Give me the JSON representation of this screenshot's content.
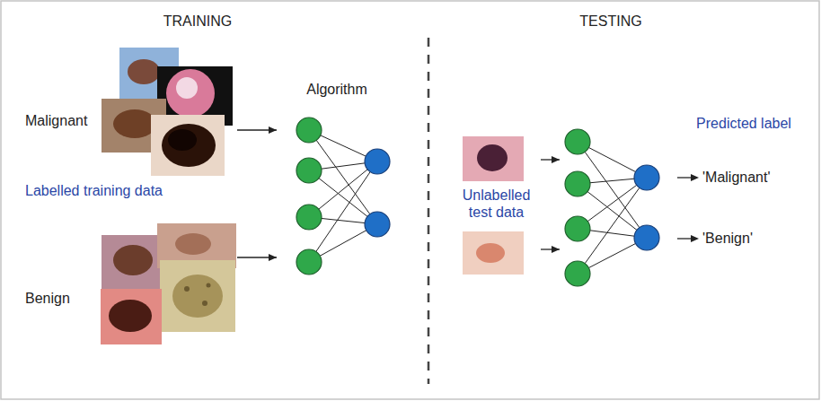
{
  "diagram": {
    "nodes": [
      {
        "text": [
          "Malignant"
        ]
      },
      {
        "text": [
          "Benign"
        ]
      },
      {
        "text": [
          "Algorithm"
        ]
      },
      {
        "text": [
          "Unlabelled test data"
        ]
      },
      {
        "text": [
          "Predicted label"
        ]
      }
    ],
    "edges": [
      {
        "from": 0,
        "to": 2,
        "arrow": "to"
      },
      {
        "from": 1,
        "to": 2,
        "arrow": "to"
      },
      {
        "from": 3,
        "to": 4,
        "arrow": "to"
      },
      {
        "from": 3,
        "to": 4,
        "arrow": "to"
      }
    ],
    "labels": [
      "TRAINING",
      "TESTING",
      "Labelled training data",
      "'Malignant'",
      "'Benign'"
    ]
  }
}
